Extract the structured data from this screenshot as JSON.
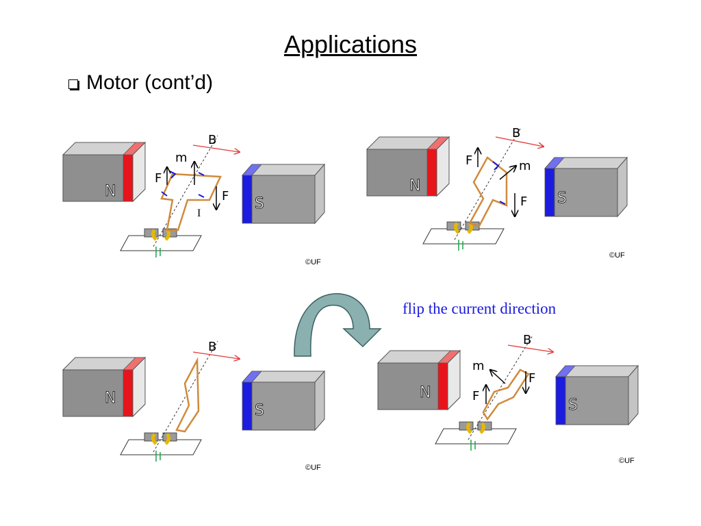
{
  "slide": {
    "title": "Applications",
    "bullet": "Motor (cont’d)",
    "annotation": "flip the current direction"
  },
  "labels": {
    "north": "N",
    "south": "S",
    "field": "B",
    "moment": "m",
    "force": "F",
    "current": "I",
    "copyright": "©UF"
  },
  "colors": {
    "north_pole": "#e8141c",
    "south_pole": "#1c1ce0",
    "magnet_front": "#8f8f8f",
    "magnet_top": "#d2d2d2",
    "coil": "#d08a3c",
    "field_arrow": "#e23a3a",
    "current_arrow": "#1818d8",
    "flip_text": "#1a1adf",
    "curved_arrow": "#8ab0b0"
  }
}
